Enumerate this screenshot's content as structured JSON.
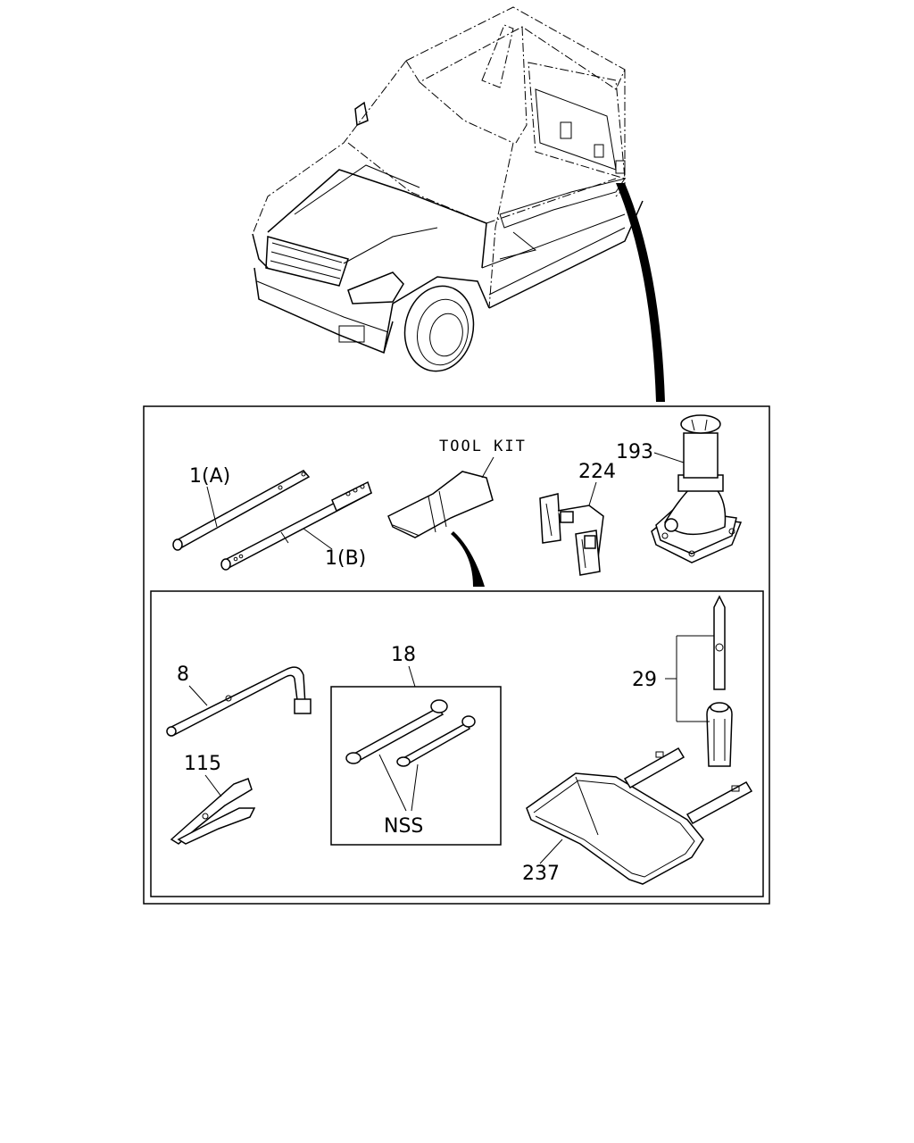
{
  "diagram": {
    "callouts": {
      "tool_kit": "TOOL KIT",
      "jack": "193",
      "strap": "224",
      "handle_a": "1(A)",
      "handle_b": "1(B)",
      "wrench_l": "8",
      "pliers": "115",
      "spanner_set": "18",
      "nss": "NSS",
      "screwdriver": "29",
      "bag": "237"
    }
  }
}
